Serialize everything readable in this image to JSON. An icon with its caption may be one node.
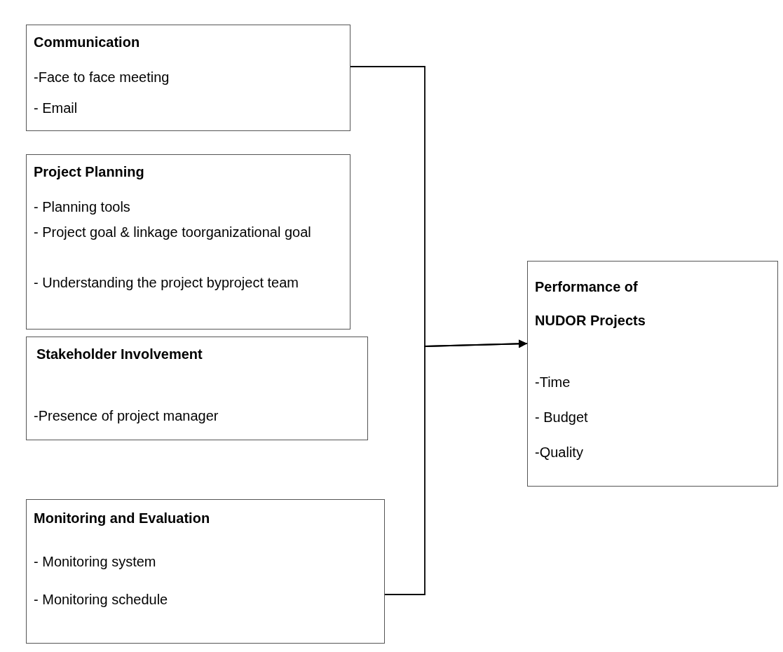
{
  "diagram": {
    "nodes": [
      {
        "text": [
          "Communication",
          "-Face to face meeting",
          "- Email"
        ]
      },
      {
        "text": [
          "Project Planning",
          "- Planning tools",
          "- Project goal & linkage toorganizational goal",
          "- Understanding the project byproject team"
        ]
      },
      {
        "text": [
          "Stakeholder Involvement",
          "-Presence of project manager"
        ]
      },
      {
        "text": [
          "Monitoring and Evaluation",
          "- Monitoring system",
          "- Monitoring schedule"
        ]
      },
      {
        "text": [
          "Performance of NUDOR Projects",
          "-Time",
          "- Budget",
          "-Quality"
        ]
      }
    ],
    "edges": [
      {
        "from": 0,
        "to": 4,
        "arrow": "to"
      },
      {
        "from": 3,
        "to": 4,
        "arrow": "to"
      }
    ]
  }
}
